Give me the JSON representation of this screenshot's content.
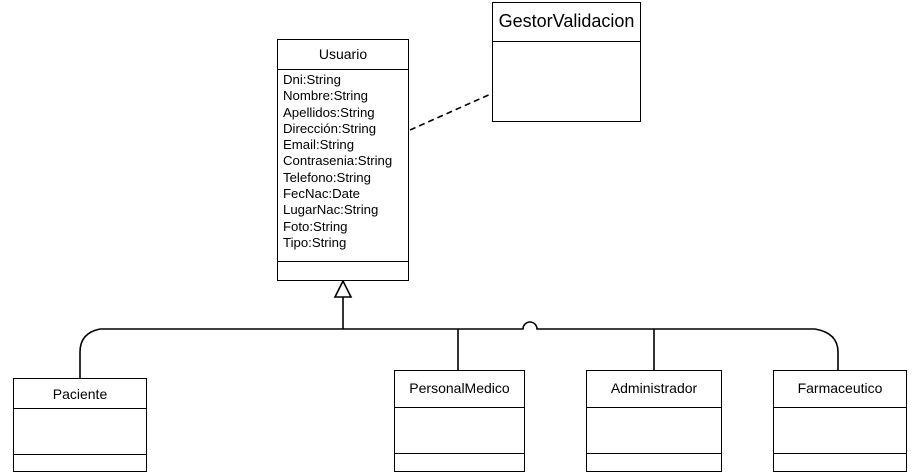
{
  "diagram": {
    "classes": {
      "usuario": {
        "name": "Usuario",
        "attributes": [
          "Dni:String",
          "Nombre:String",
          "Apellidos:String",
          "Dirección:String",
          "Email:String",
          "Contrasenia:String",
          "Telefono:String",
          "FecNac:Date",
          "LugarNac:String",
          "Foto:String",
          "Tipo:String"
        ]
      },
      "gestor": {
        "name": "GestorValidacion"
      },
      "paciente": {
        "name": "Paciente"
      },
      "personal_medico": {
        "name": "PersonalMedico"
      },
      "administrador": {
        "name": "Administrador"
      },
      "farmaceutico": {
        "name": "Farmaceutico"
      }
    },
    "colors": {
      "line": "#000000",
      "background": "#ffffff"
    }
  }
}
